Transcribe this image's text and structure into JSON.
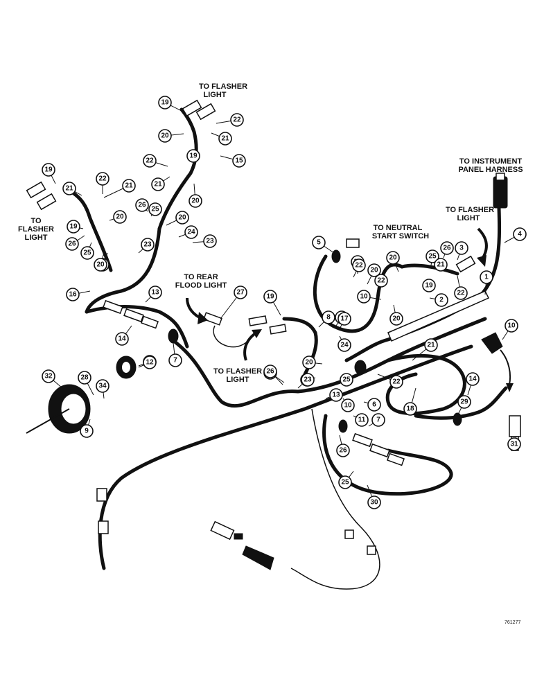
{
  "labels": {
    "flasher_top_1": "TO FLASHER",
    "flasher_top_2": "LIGHT",
    "flasher_left_1": "TO",
    "flasher_left_2": "FLASHER",
    "flasher_left_3": "LIGHT",
    "instrument_1": "TO INSTRUMENT",
    "instrument_2": "PANEL HARNESS",
    "flasher_right_1": "TO FLASHER",
    "flasher_right_2": "LIGHT",
    "neutral_1": "TO NEUTRAL",
    "neutral_2": "START SWITCH",
    "rear_flood_1": "TO REAR",
    "rear_flood_2": "FLOOD LIGHT",
    "flasher_mid_1": "TO FLASHER",
    "flasher_mid_2": "LIGHT"
  },
  "callouts": [
    "19",
    "22",
    "20",
    "21",
    "19",
    "15",
    "22",
    "21",
    "20",
    "19",
    "22",
    "21",
    "21",
    "20",
    "26",
    "25",
    "20",
    "19",
    "24",
    "23",
    "20",
    "23",
    "26",
    "25",
    "20",
    "16",
    "13",
    "14",
    "7",
    "33",
    "27",
    "23",
    "24",
    "5",
    "21",
    "20",
    "22",
    "22",
    "19",
    "4",
    "1",
    "2",
    "20",
    "25",
    "26",
    "3",
    "21",
    "19",
    "22",
    "20",
    "10",
    "8",
    "24",
    "20",
    "17",
    "21",
    "10",
    "23",
    "20",
    "22",
    "25",
    "26",
    "13",
    "6",
    "10",
    "11",
    "7",
    "14",
    "18",
    "29",
    "31",
    "26",
    "25",
    "30",
    "32",
    "28",
    "34",
    "12",
    "9"
  ],
  "reference_number": "761277"
}
